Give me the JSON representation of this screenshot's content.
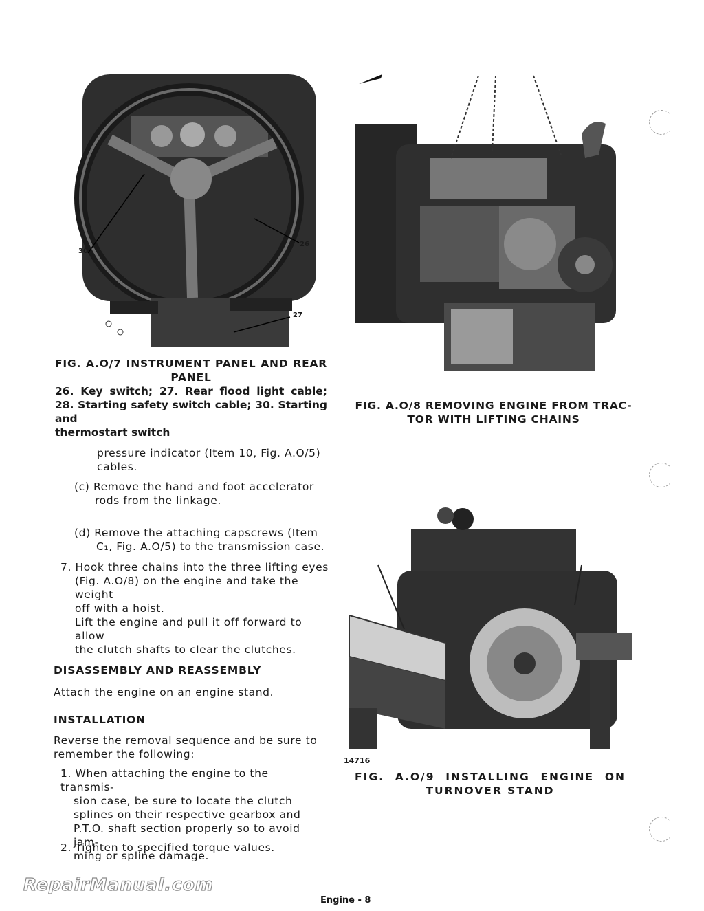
{
  "figures": {
    "fig7": {
      "title_line1": "FIG. A.O/7 INSTRUMENT PANEL AND REAR",
      "title_line2": "PANEL",
      "body_lines": [
        "26. Key switch; 27. Rear flood light cable;",
        "28. Starting safety switch cable; 30. Starting and",
        "thermostart switch"
      ],
      "callouts": {
        "c30": "30",
        "c26": "26",
        "c27": "27"
      }
    },
    "fig8": {
      "title_line1": "FIG. A.O/8 REMOVING ENGINE FROM TRAC-",
      "title_line2": "TOR WITH LIFTING CHAINS"
    },
    "fig9": {
      "number": "14716",
      "title_word1": "FIG.",
      "title_word2": "A.O/9",
      "title_word3": "INSTALLING",
      "title_word4": "ENGINE",
      "title_word5": "ON",
      "title_line2": "TURNOVER STAND"
    }
  },
  "text": {
    "cont_line1": "pressure indicator (Item 10, Fig. A.O/5)",
    "cont_line2": "cables.",
    "c_line1": "(c) Remove the hand and foot accelerator",
    "c_line2": "rods from the linkage.",
    "d_line1": "(d) Remove the attaching capscrews (Item",
    "d_line2": "C₁, Fig. A.O/5) to the transmission case.",
    "s7_line1": "7. Hook three chains into the three lifting eyes",
    "s7_line2": "(Fig. A.O/8) on the engine and take the weight",
    "s7_line3": "off with a hoist.",
    "lift_line1": "Lift the engine and pull it off forward to allow",
    "lift_line2": "the clutch shafts to clear the clutches.",
    "heading_disassembly": "DISASSEMBLY AND REASSEMBLY",
    "disassembly_text": "Attach the engine on an engine stand.",
    "heading_installation": "INSTALLATION",
    "install_line1": "Reverse the removal sequence and be sure to",
    "install_line2": "remember the following:",
    "i1_line1": "1. When attaching the engine to the transmis-",
    "i1_line2": "sion case, be sure to locate the clutch",
    "i1_line3": "splines on their respective gearbox and",
    "i1_line4": "P.T.O. shaft section properly so to avoid jam-",
    "i1_line5": "ming or spline damage.",
    "i2_line1": "2. Tighten to specified torque values."
  },
  "footer": {
    "watermark": "RepairManual.com",
    "page_label": "Engine - 8"
  }
}
